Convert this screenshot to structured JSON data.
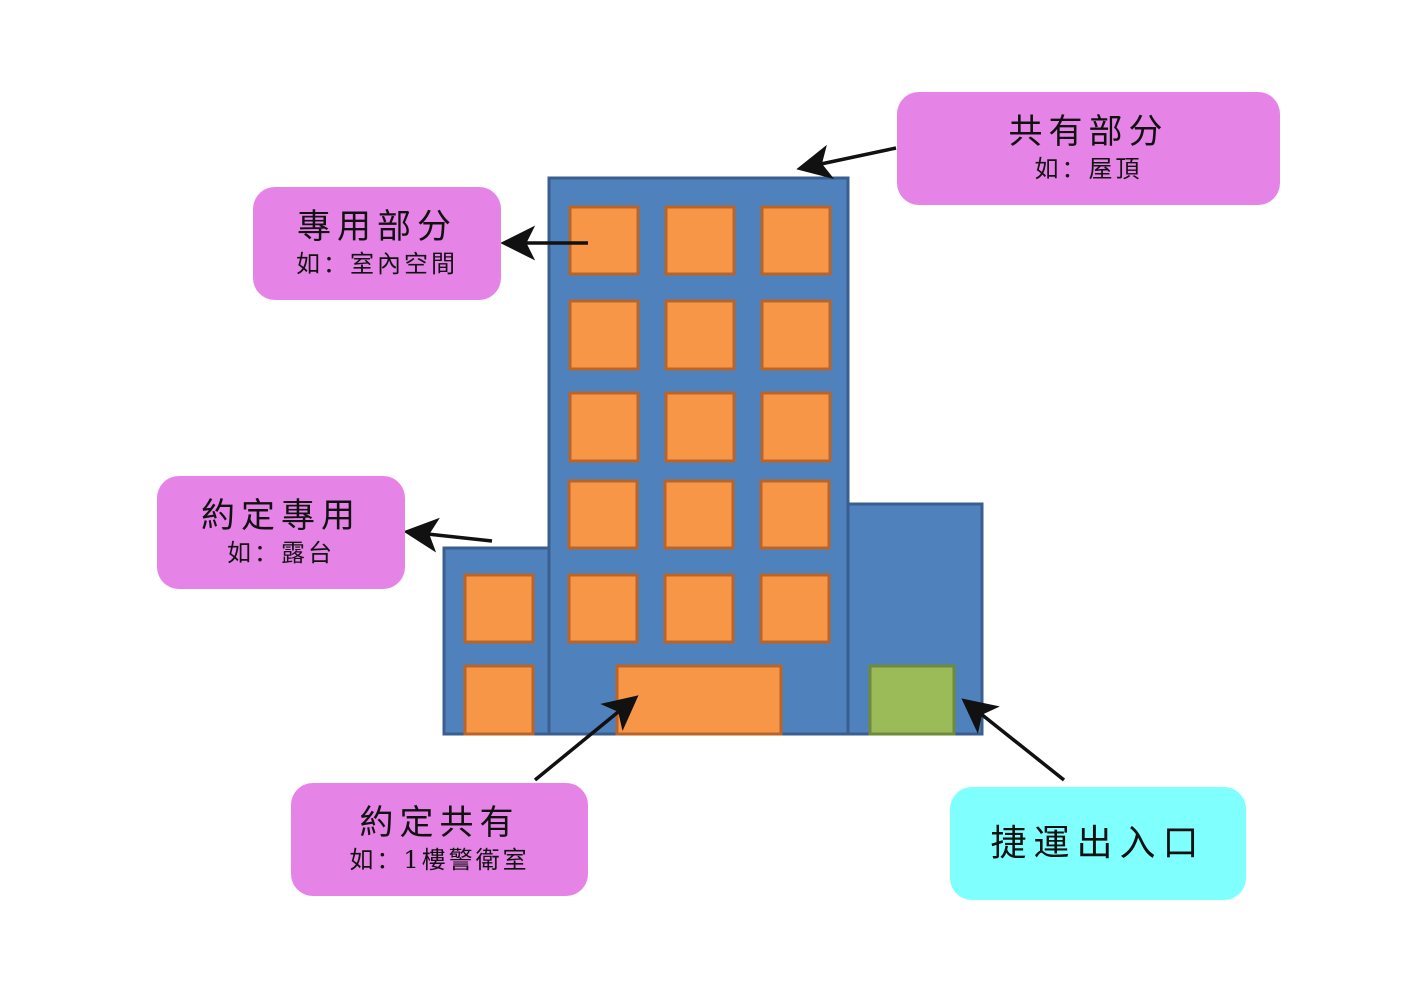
{
  "colors": {
    "building": "#4f81bd",
    "building_stroke": "#3a5f8f",
    "window": "#f79646",
    "window_stroke": "#b9652a",
    "mrt_door": "#9bbb59",
    "mrt_door_stroke": "#6e8a3a",
    "label_pink": "#e683e6",
    "label_cyan": "#80ffff",
    "arrow": "#111111"
  },
  "labels": {
    "common": {
      "title": "共有部分",
      "sub": "如：屋頂"
    },
    "exclusive": {
      "title": "專用部分",
      "sub": "如：室內空間"
    },
    "agreed_exclusive": {
      "title": "約定專用",
      "sub": "如：露台"
    },
    "agreed_common": {
      "title": "約定共有",
      "sub": "如：1樓警衛室"
    },
    "mrt": {
      "title": "捷運出入口"
    }
  }
}
